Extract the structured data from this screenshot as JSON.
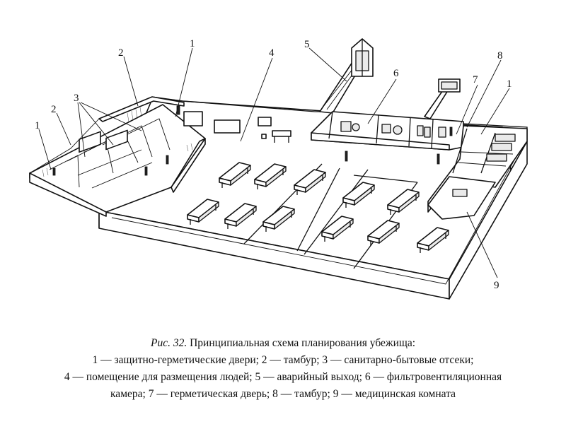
{
  "callouts": {
    "n1_left": "1",
    "n2_left": "2",
    "n2_top": "2",
    "n3": "3",
    "n1_top": "1",
    "n4": "4",
    "n5": "5",
    "n6": "6",
    "n7": "7",
    "n8": "8",
    "n1_right": "1",
    "n9": "9"
  },
  "caption": {
    "fig_label": "Рис. 32.",
    "title": " Принципиальная схема планирования убежища:",
    "line2": "1 — защитно-герметические двери; 2 — тамбур; 3 — санитарно-бытовые отсеки;",
    "line3": "4 — помещение для размещения людей; 5 — аварийный выход; 6 — фильтровентиляционная",
    "line4": "камера; 7 — герметическая дверь; 8 — тамбур; 9 — медицинская комната"
  }
}
